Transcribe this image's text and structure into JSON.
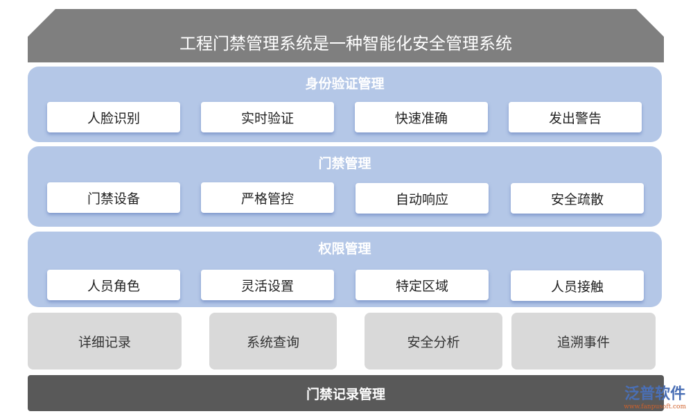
{
  "title": "工程门禁管理系统是一种智能化安全管理系统",
  "sections": [
    {
      "title": "身份验证管理",
      "items": [
        "人脸识别",
        "实时验证",
        "快速准确",
        "发出警告"
      ]
    },
    {
      "title": "门禁管理",
      "items": [
        "门禁设备",
        "严格管控",
        "自动响应",
        "安全疏散"
      ]
    },
    {
      "title": "权限管理",
      "items": [
        "人员角色",
        "灵活设置",
        "特定区域",
        "人员接触"
      ]
    }
  ],
  "features": [
    "详细记录",
    "系统查询",
    "安全分析",
    "追溯事件"
  ],
  "footer": "门禁记录管理",
  "logo": {
    "name": "泛普软件",
    "url": "www.fanpusoft.com"
  },
  "colors": {
    "header": "#7f7f7f",
    "panel": "#b4c7e7",
    "feature": "#d9d9d9",
    "footer": "#595959"
  }
}
